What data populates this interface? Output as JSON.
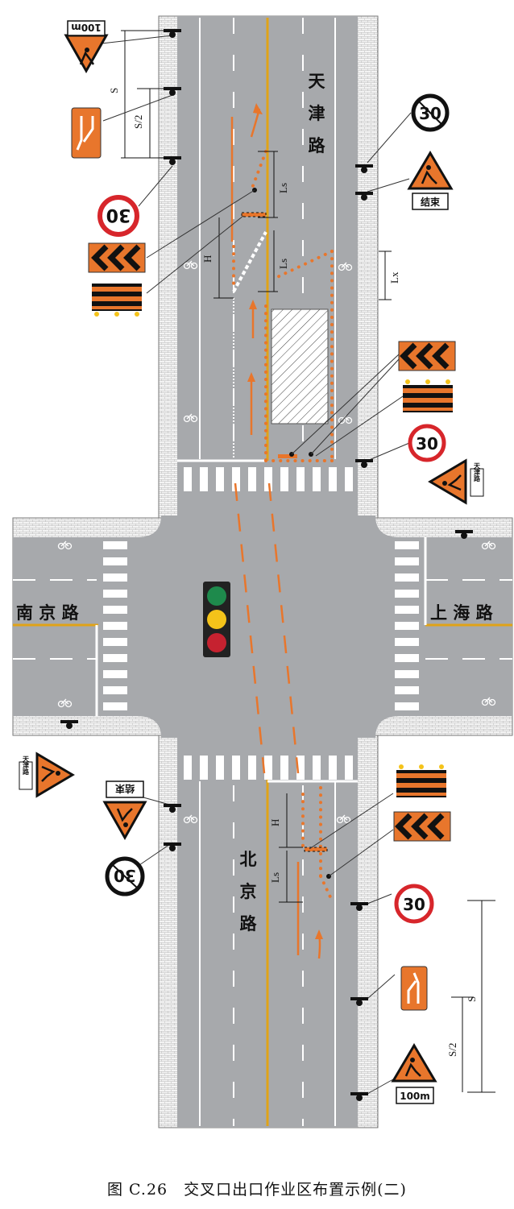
{
  "figure_caption": "图 C.26　交叉口出口作业区布置示例(二)",
  "roads": {
    "north": "天津路",
    "south": "北京路",
    "west": "南京路",
    "east": "上海路"
  },
  "dimension_labels": {
    "spacing": "S",
    "half_spacing": "S/2",
    "taper": "Ls",
    "buffer": "H",
    "lateral": "Lx"
  },
  "signs": {
    "speed_limit": "30",
    "distance_ahead": "100m",
    "work_end": "结束",
    "road_name_plate": "天津路"
  },
  "colors": {
    "road": "#a7a9ac",
    "sidewalk": "#f2f2f2",
    "orange": "#e8762c",
    "centerline": "#e0a317",
    "sign_red": "#d7262b",
    "signal_green": "#1e8a4c",
    "signal_yellow": "#f4c31a",
    "signal_red": "#c62230"
  },
  "icons": [
    "traffic-signal-icon",
    "bicycle-icon",
    "men-at-work-icon",
    "chevron-icon",
    "barrier-icon",
    "lane-merge-icon",
    "sign-post-icon"
  ]
}
